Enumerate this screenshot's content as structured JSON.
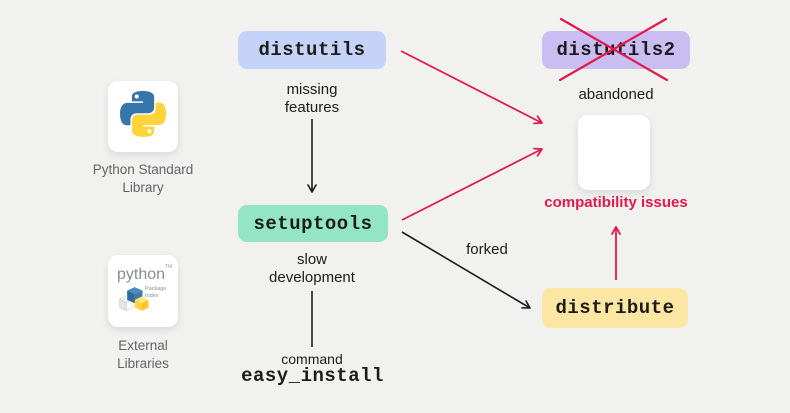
{
  "colors": {
    "background": "#f1f1ef",
    "ink": "#1c1c1c",
    "muted_text": "#636466",
    "accent_red": "#e4194b",
    "card_bg": "#ffffff",
    "distutils_bg": "#c6d3f9",
    "distutils2_bg": "#cabdf2",
    "setuptools_bg": "#93e5c5",
    "distribute_bg": "#fbe6a4",
    "python_blue": "#3776AB",
    "python_yellow": "#FFD43B"
  },
  "nodes": {
    "distutils": {
      "label": "distutils"
    },
    "distutils2": {
      "label": "distutils2",
      "status": "abandoned",
      "crossed_out": true
    },
    "setuptools": {
      "label": "setuptools"
    },
    "distribute": {
      "label": "distribute"
    }
  },
  "edges": {
    "distutils_to_setuptools": {
      "label": "missing features",
      "style": "black-arrow"
    },
    "setuptools_to_easy_install": {
      "label": "slow development",
      "style": "black-line"
    },
    "setuptools_to_distribute": {
      "label": "forked",
      "style": "black-arrow"
    },
    "distutils_to_compatibility": {
      "style": "red-arrow"
    },
    "setuptools_to_compatibility": {
      "style": "red-arrow"
    },
    "distribute_to_compatibility": {
      "style": "red-arrow"
    }
  },
  "annotations": {
    "compatibility_issues": "compatibility issues",
    "command": "command",
    "easy_install": "easy_install"
  },
  "legend": {
    "python_card": {
      "icon": "python-logo",
      "label": "Python Standard Library"
    },
    "pypi_card": {
      "icon": "pypi-logo",
      "wordmark": "python",
      "trademark": "TM",
      "sub_line1": "Package",
      "sub_line2": "Index",
      "label": "External Libraries"
    }
  }
}
